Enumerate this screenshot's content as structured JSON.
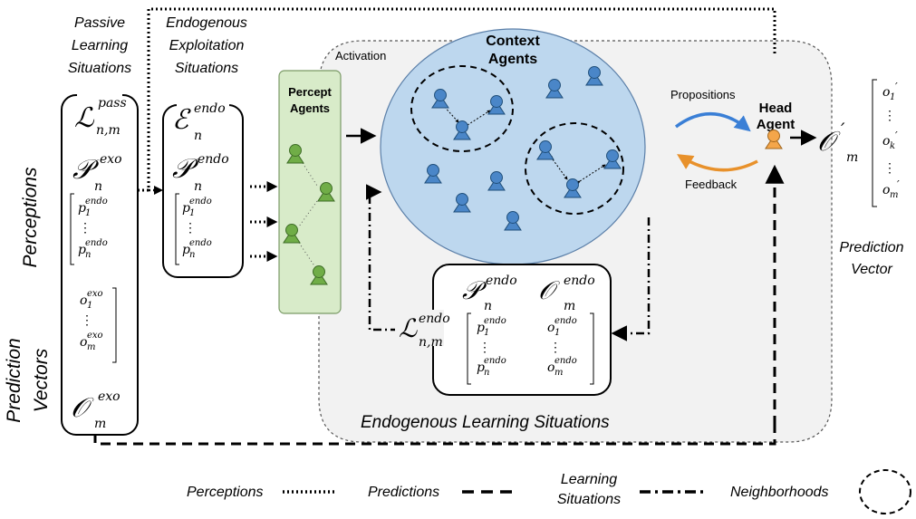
{
  "columns": {
    "passive": [
      "Passive",
      "Learning",
      "Situations"
    ],
    "exploitation": [
      "Endogenous",
      "Exploitation",
      "Situations"
    ]
  },
  "side_labels": {
    "perceptions": "Perceptions",
    "prediction_vectors": [
      "Prediction",
      "Vectors"
    ]
  },
  "passive_set": {
    "L_symbol": "ℒ",
    "L_sup": "pass",
    "L_sub": "n,m",
    "P_symbol": "𝒫",
    "P_sup": "exo",
    "P_sub": "n",
    "p_first": "p",
    "p_first_sub": "1",
    "p_first_sup": "endo",
    "p_last": "p",
    "p_last_sub": "n",
    "p_last_sup": "endo",
    "o_first": "o",
    "o_first_sub": "1",
    "o_first_sup": "exo",
    "o_last": "o",
    "o_last_sub": "m",
    "o_last_sup": "exo",
    "O_symbol": "𝒪",
    "O_sup": "exo",
    "O_sub": "m"
  },
  "exploitation_set": {
    "E_symbol": "ℰ",
    "E_sup": "endo",
    "E_sub": "n",
    "P_symbol": "𝒫",
    "P_sup": "endo",
    "P_sub": "n",
    "p_first": "p",
    "p_first_sub": "1",
    "p_first_sup": "endo",
    "p_last": "p",
    "p_last_sub": "n",
    "p_last_sup": "endo"
  },
  "percept_agents": {
    "title": [
      "Percept",
      "Agents"
    ]
  },
  "activation_label": "Activation",
  "context_agents": {
    "title": [
      "Context",
      "Agents"
    ]
  },
  "head_agent": {
    "title": [
      "Head",
      "Agent"
    ],
    "propositions": "Propositions",
    "feedback": "Feedback"
  },
  "output": {
    "O_symbol": "𝒪",
    "O_prime": "′",
    "O_sub": "m",
    "o_first": "o",
    "o_first_sub": "1",
    "o_mid": "o",
    "o_mid_sub": "k",
    "o_last": "o",
    "o_last_sub": "m",
    "caption": [
      "Prediction",
      "Vector"
    ]
  },
  "endogenous_set": {
    "L_symbol": "ℒ",
    "L_sup": "endo",
    "L_sub": "n,m",
    "P_symbol": "𝒫",
    "P_sup": "endo",
    "P_sub": "n",
    "O_symbol": "𝒪",
    "O_sup": "endo",
    "O_sub": "m",
    "p_first": "p",
    "p_first_sub": "1",
    "p_first_sup": "endo",
    "p_last": "p",
    "p_last_sub": "n",
    "p_last_sup": "endo",
    "o_first": "o",
    "o_first_sub": "1",
    "o_first_sup": "endo",
    "o_last": "o",
    "o_last_sub": "m",
    "o_last_sup": "endo"
  },
  "endogenous_area_label": "Endogenous Learning Situations",
  "legend": {
    "perceptions": "Perceptions",
    "predictions": "Predictions",
    "learning_situations": [
      "Learning",
      "Situations"
    ],
    "neighborhoods": "Neighborhoods"
  },
  "colors": {
    "context_fill": "#bdd7ee",
    "context_stroke": "#5b7fa8",
    "agent_blue": "#4a86c8",
    "agent_blue_stroke": "#1f4e79",
    "percept_fill": "#d8ebc9",
    "percept_stroke": "#7a9a66",
    "agent_green": "#70ad47",
    "agent_green_stroke": "#3d6b26",
    "head_orange": "#f4a64a",
    "area_fill": "#f2f2f2",
    "arrow_blue": "#3a7fd6",
    "arrow_orange": "#e8912b"
  },
  "icons": [
    "user-icon",
    "arrow-icon",
    "neighborhood-circle-icon"
  ]
}
